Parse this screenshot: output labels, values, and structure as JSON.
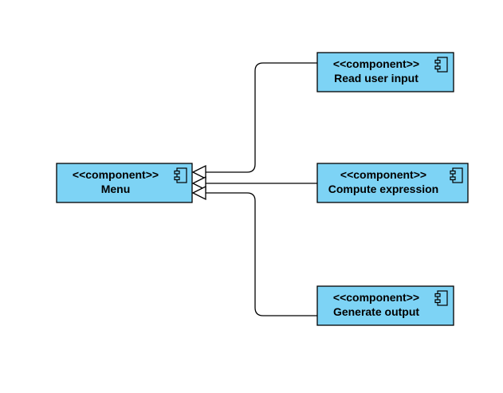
{
  "diagram": {
    "type": "component-diagram",
    "colors": {
      "component_fill": "#7dd3f5",
      "component_stroke": "#000000",
      "connector_stroke": "#000000",
      "arrowhead_fill": "#ffffff",
      "background": "#ffffff"
    },
    "icon": "component-icon",
    "components": [
      {
        "id": "menu",
        "stereotype": "<<component>>",
        "name": "Menu"
      },
      {
        "id": "read",
        "stereotype": "<<component>>",
        "name": "Read user input"
      },
      {
        "id": "compute",
        "stereotype": "<<component>>",
        "name": "Compute expression"
      },
      {
        "id": "generate",
        "stereotype": "<<component>>",
        "name": "Generate output"
      }
    ],
    "relations": [
      {
        "from": "read",
        "to": "menu",
        "kind": "generalization"
      },
      {
        "from": "compute",
        "to": "menu",
        "kind": "generalization"
      },
      {
        "from": "generate",
        "to": "menu",
        "kind": "generalization"
      }
    ]
  }
}
